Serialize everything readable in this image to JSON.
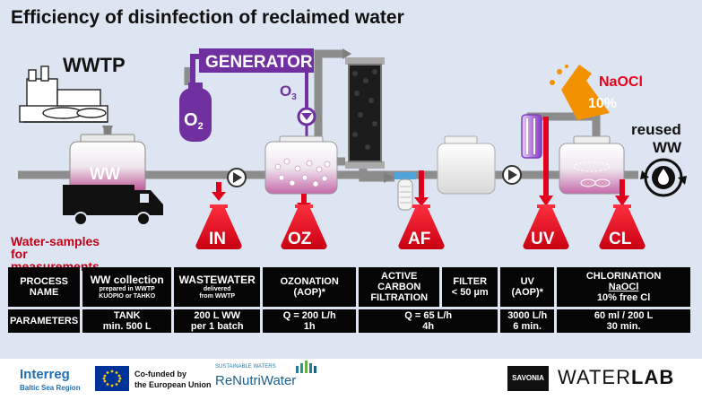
{
  "title": "Efficiency of disinfection of reclaimed water",
  "labels": {
    "wwtp": "WWTP",
    "generator": "GENERATOR",
    "o2": "O",
    "o2_sub": "2",
    "o3": "O",
    "o3_sub": "3",
    "ww_tank": "WW",
    "naocl": "NaOCl",
    "naocl_pct": "10%",
    "reused_line1": "reused",
    "reused_line2": "WW",
    "samples_line1": "Water-samples",
    "samples_line2": "for measurements"
  },
  "sample_points": [
    "IN",
    "OZ",
    "AF",
    "UV",
    "CL"
  ],
  "table": {
    "row1_header": "PROCESS NAME",
    "row2_header": "PARAMETERS",
    "ww_collection": "WW collection",
    "ww_collection_sub1": "prepared in WWTP",
    "ww_collection_sub2": "KUOPIO or TAHKO",
    "wastewater": "WASTEWATER",
    "wastewater_sub1": "delivered",
    "wastewater_sub2": "from WWTP",
    "ozonation_line1": "OZONATION",
    "ozonation_line2": "(AOP)*",
    "active_line1": "ACTIVE",
    "active_line2": "CARBON",
    "active_line3": "FILTRATION",
    "filter_line1": "FILTER",
    "filter_line2": "< 50 µm",
    "uv_line1": "UV",
    "uv_line2": "(AOP)*",
    "chlor_line1": "CHLORINATION",
    "chlor_line2": "NaOCl",
    "chlor_line3": "10% free Cl",
    "p_tank1": "TANK",
    "p_tank2": "min. 500 L",
    "p_ww1": "200 L WW",
    "p_ww2": "per 1 batch",
    "p_oz1": "Q = 200 L/h",
    "p_oz2": "1h",
    "p_af1": "Q = 65 L/h",
    "p_af2": "4h",
    "p_uv1": "3000 L/h",
    "p_uv2": "6 min.",
    "p_cl1": "60 ml / 200 L",
    "p_cl2": "30 min."
  },
  "footer": {
    "interreg": "Interreg",
    "interreg_sub": "Baltic Sea Region",
    "cofunded1": "Co-funded by",
    "cofunded2": "the European Union",
    "sustainable": "SUSTAINABLE WATERS",
    "renutri": "ReNutriWater",
    "savonia": "SAVONIA",
    "waterlab1": "WATER",
    "waterlab2": "LAB"
  },
  "colors": {
    "pipe": "#8c8c8c",
    "sample_red": "#e0001b",
    "generator_purple": "#7030a0",
    "naocl_orange": "#f39200",
    "water_pink": "#c0569a"
  }
}
